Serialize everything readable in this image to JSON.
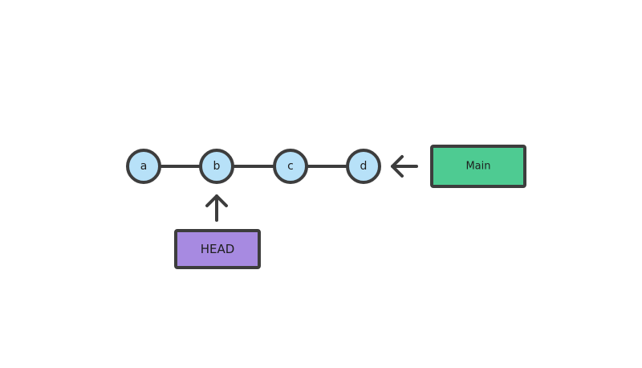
{
  "diagram": {
    "background_color": "#ffffff",
    "line_color": "#3d3d3d",
    "text_color": "#1e1e1e",
    "nodes": [
      {
        "id": "a",
        "label": "a"
      },
      {
        "id": "b",
        "label": "b"
      },
      {
        "id": "c",
        "label": "c"
      },
      {
        "id": "d",
        "label": "d"
      }
    ],
    "node_fill": "#b7e1f8",
    "branch": {
      "label": "Main",
      "fill": "#4ecb92"
    },
    "head": {
      "label": "HEAD",
      "fill": "#a78ae1"
    },
    "icons": {
      "arrow_left": "arrow-left-icon",
      "arrow_up": "arrow-up-icon"
    }
  }
}
